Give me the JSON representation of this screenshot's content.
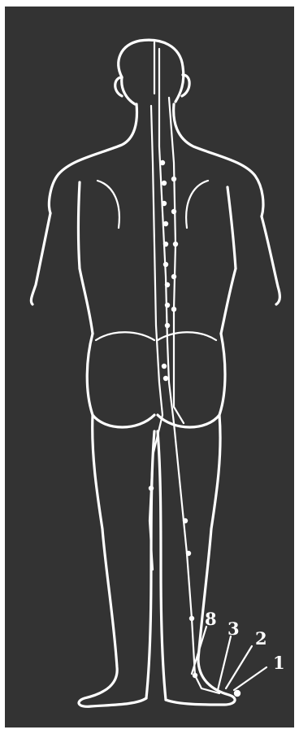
{
  "figure": {
    "background_color": "#333333",
    "line_color": "#ffffff",
    "labels": [
      {
        "id": "label-8",
        "text": "8"
      },
      {
        "id": "label-3",
        "text": "3"
      },
      {
        "id": "label-2",
        "text": "2"
      },
      {
        "id": "label-1",
        "text": "1"
      }
    ]
  }
}
